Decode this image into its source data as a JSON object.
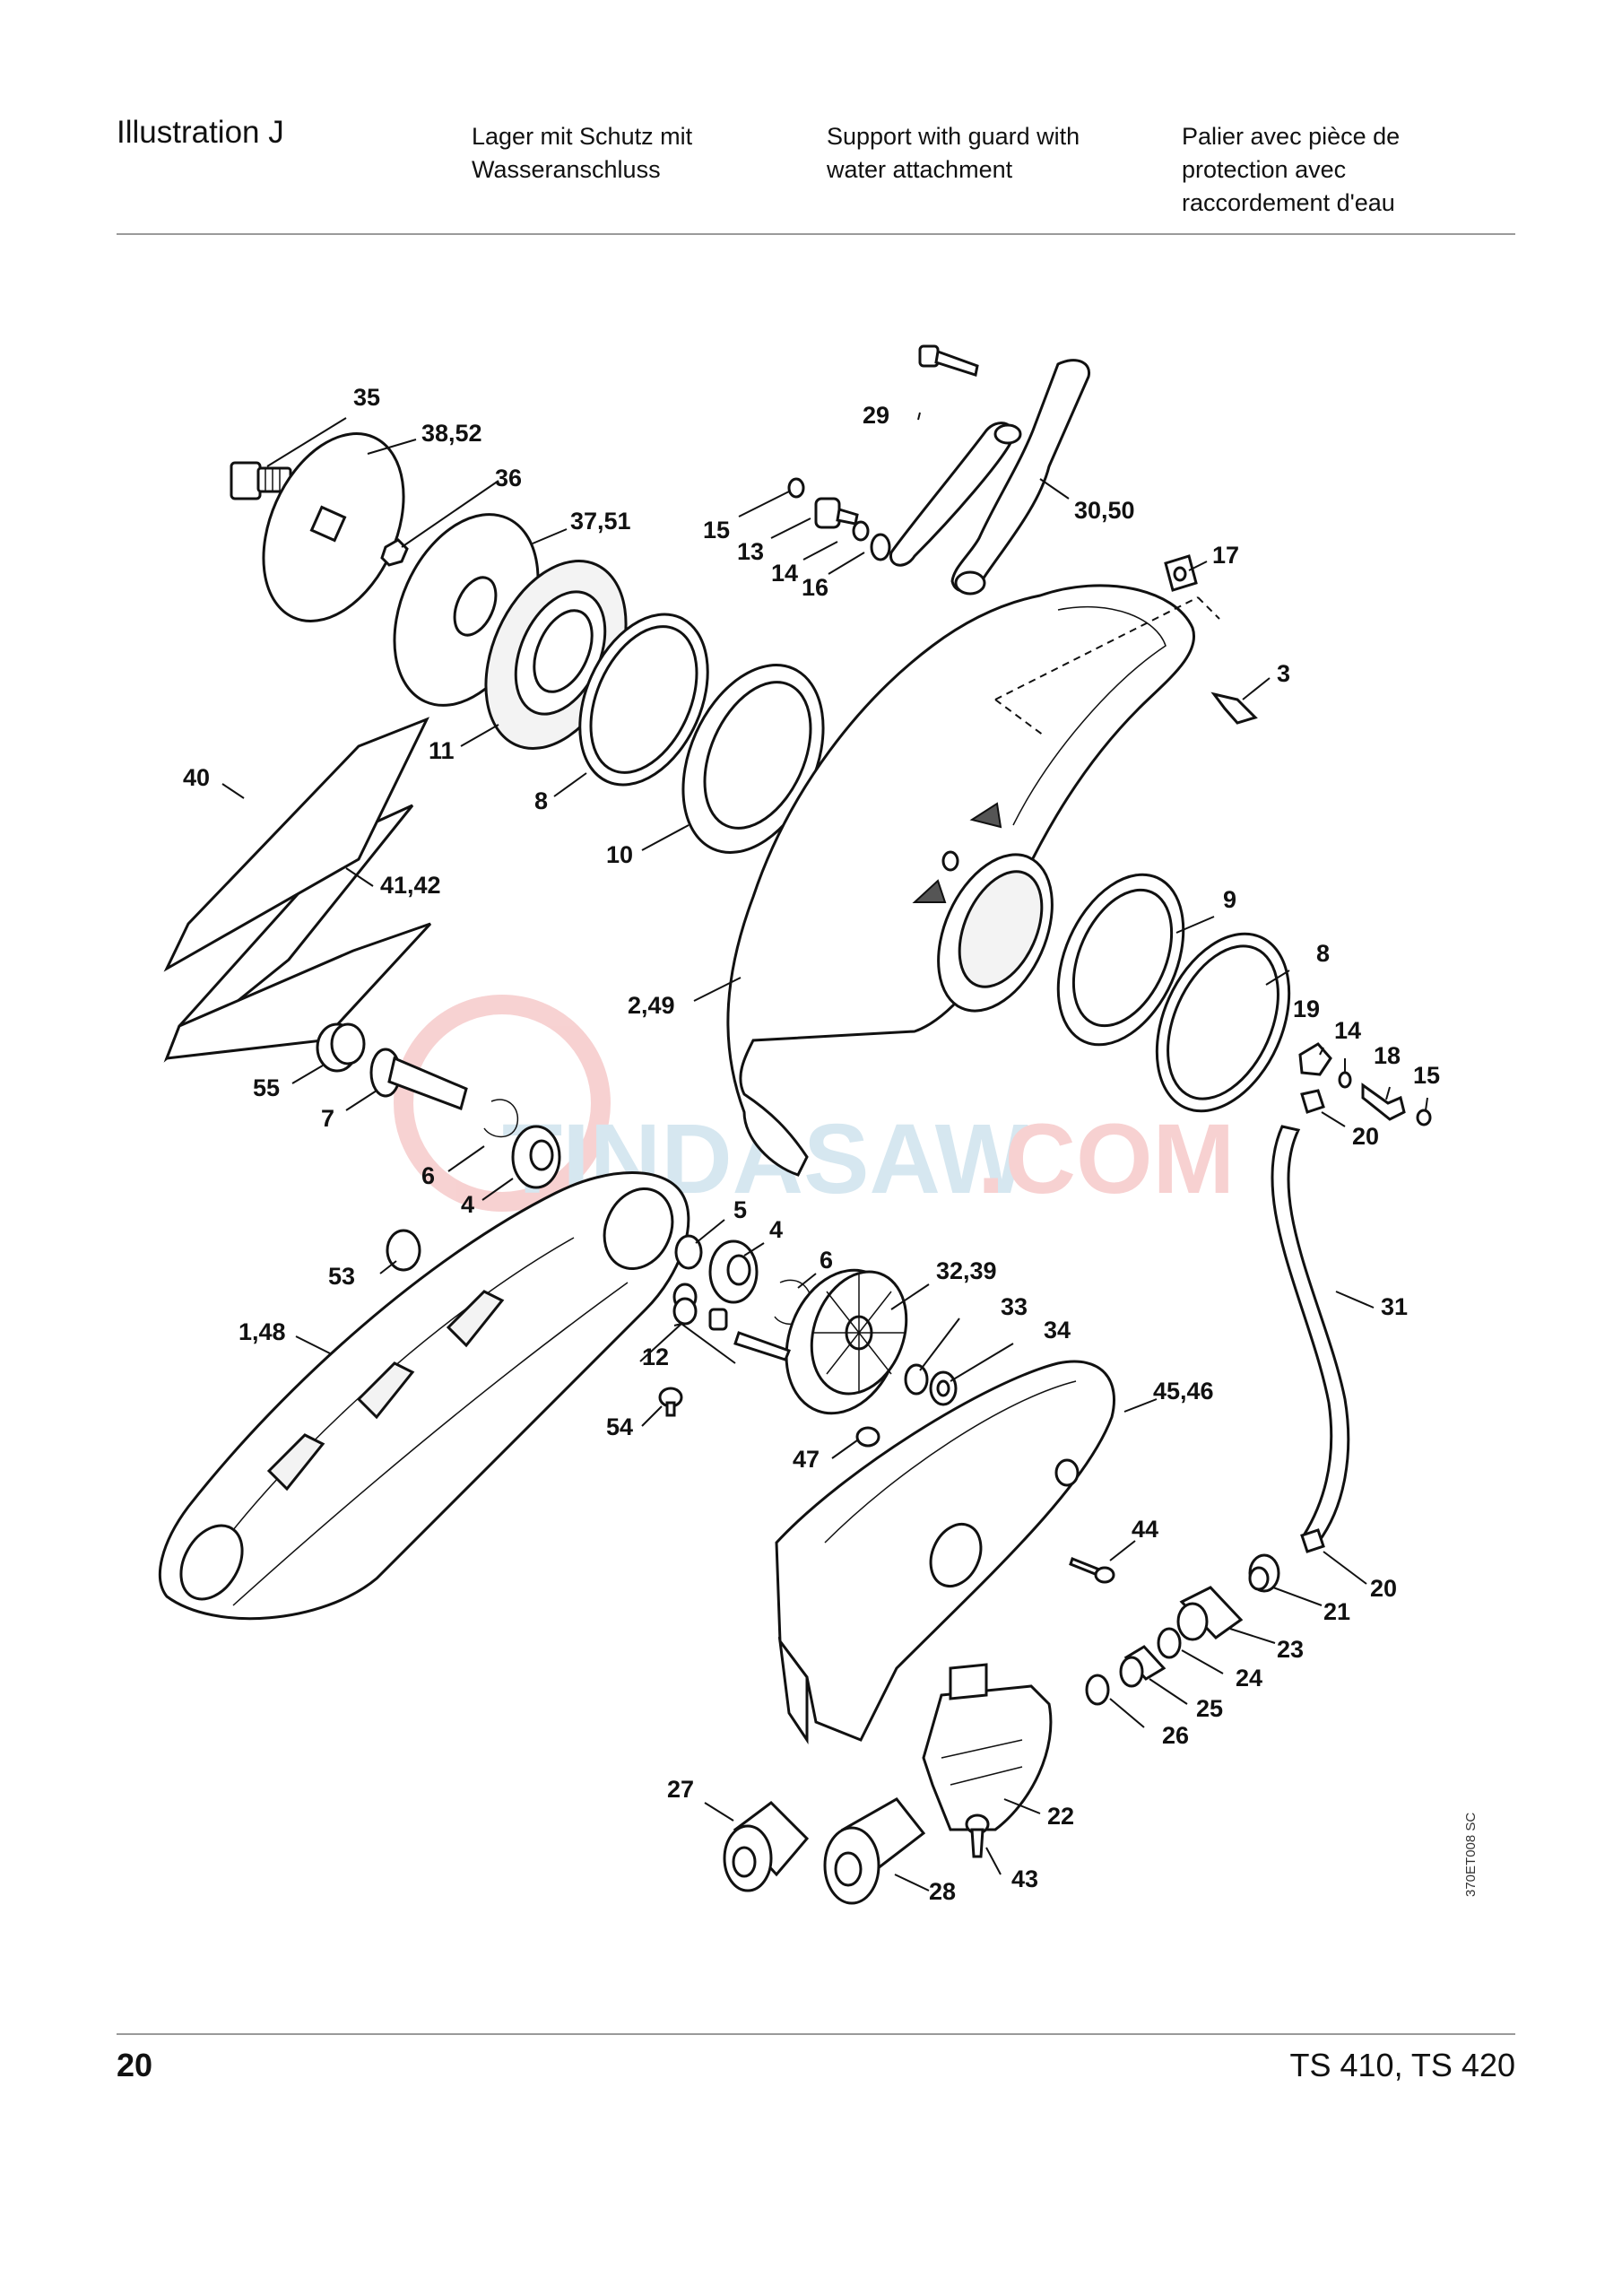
{
  "header": {
    "title": "Illustration  J",
    "de_line1": "Lager mit Schutz mit",
    "de_line2": "Wasseranschluss",
    "en_line1": "Support with guard with",
    "en_line2": "water attachment",
    "fr_line1": "Palier avec pièce de",
    "fr_line2": "protection avec",
    "fr_line3": "raccordement d'eau"
  },
  "watermark": {
    "text_part1": "TINDASAW",
    "text_part2": ".COM",
    "color_part1": "#cfe3ee",
    "color_part2": "#f6caca"
  },
  "callouts": {
    "c35": "35",
    "c38_52": "38,52",
    "c36": "36",
    "c37_51": "37,51",
    "c29": "29",
    "c30_50": "30,50",
    "c15a": "15",
    "c13": "13",
    "c14a": "14",
    "c16": "16",
    "c17": "17",
    "c3": "3",
    "c11": "11",
    "c8a": "8",
    "c10": "10",
    "c40": "40",
    "c41_42": "41,42",
    "c2_49": "2,49",
    "c9": "9",
    "c8b": "8",
    "c19": "19",
    "c14b": "14",
    "c18": "18",
    "c15b": "15",
    "c20a": "20",
    "c55": "55",
    "c7": "7",
    "c6a": "6",
    "c4a": "4",
    "c5": "5",
    "c4b": "4",
    "c6b": "6",
    "c32_39": "32,39",
    "c33": "33",
    "c34": "34",
    "c53": "53",
    "c1_48": "1,48",
    "c12": "12",
    "c54": "54",
    "c47": "47",
    "c45_46": "45,46",
    "c31": "31",
    "c44": "44",
    "c20b": "20",
    "c21": "21",
    "c23": "23",
    "c24": "24",
    "c25": "25",
    "c26": "26",
    "c22": "22",
    "c27": "27",
    "c28": "28",
    "c43": "43"
  },
  "reference_code": "370ET008 SC",
  "footer": {
    "page_number": "20",
    "model": "TS 410, TS 420"
  }
}
